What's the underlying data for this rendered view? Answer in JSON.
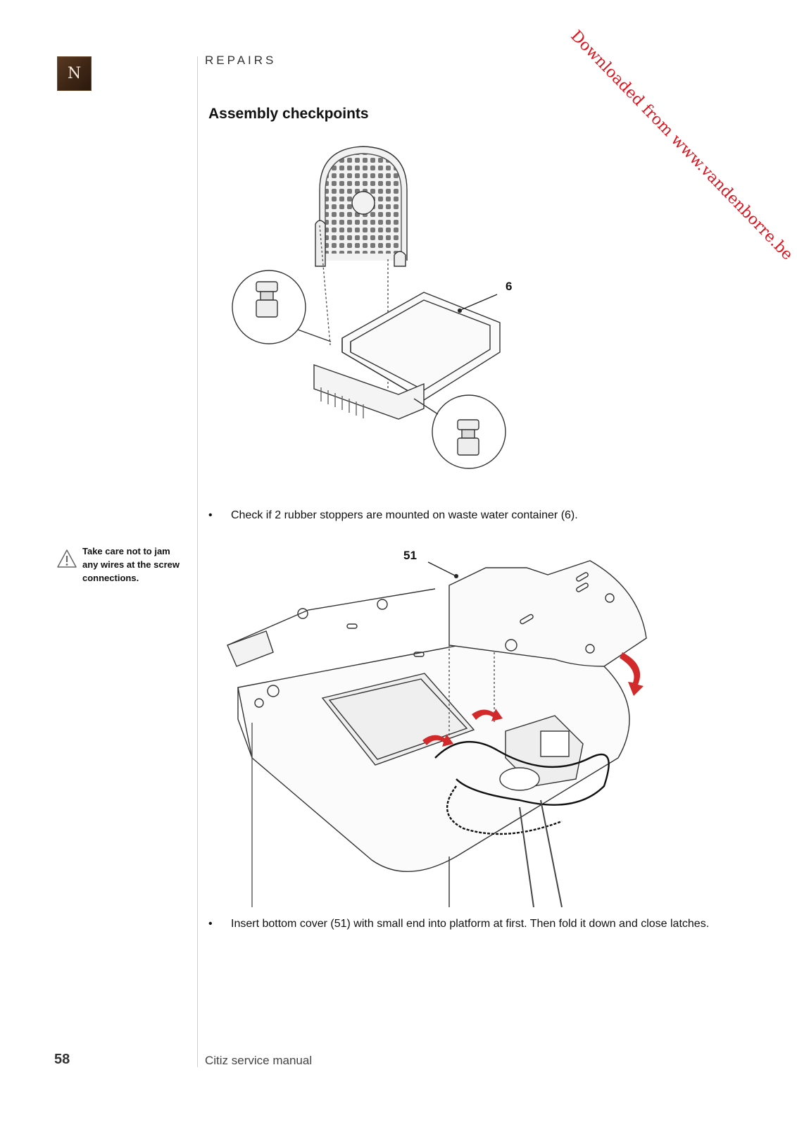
{
  "header": {
    "section": "REPAIRS",
    "logo_letter": "N"
  },
  "main": {
    "title": "Assembly checkpoints",
    "figure1": {
      "callout": "6"
    },
    "caption1": {
      "bullet": "•",
      "text": "Check if 2 rubber stoppers are mounted on waste water container (6)."
    },
    "figure2": {
      "callout": "51"
    },
    "caption2": {
      "bullet": "•",
      "text": "Insert bottom cover (51) with small end into platform at first. Then fold it down and close latches."
    }
  },
  "sidebar": {
    "note": "Take care not to jam any wires at the screw connections."
  },
  "watermark": "Downloaded from www.vandenborre.be",
  "footer": {
    "page_number": "58",
    "manual_title": "Citiz service manual"
  },
  "colors": {
    "watermark": "#e0141e",
    "logo": "#4a2e1a",
    "arrow": "#d22a2a"
  }
}
